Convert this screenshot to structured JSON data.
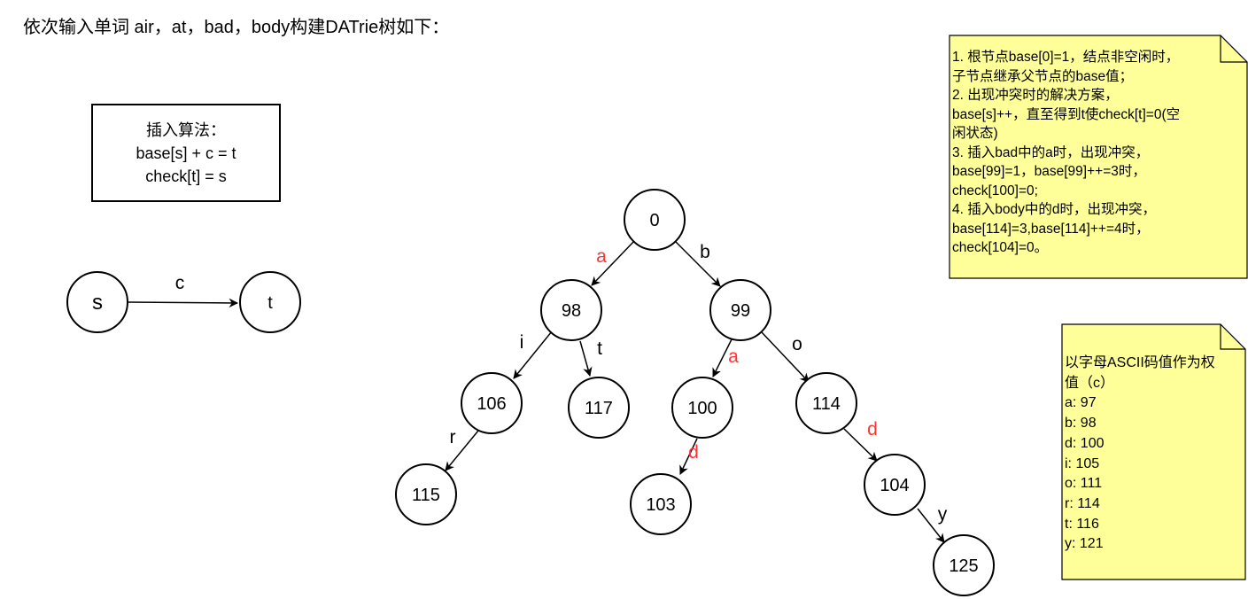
{
  "heading": "依次输入单词 air，at，bad，body构建DATrie树如下：",
  "algorithm_box": {
    "title": "插入算法：",
    "line1": "base[s] + c = t",
    "line2": "check[t] = s"
  },
  "example": {
    "source_node": "s",
    "target_node": "t",
    "edge_label": "c"
  },
  "trie": {
    "nodes": {
      "n0": "0",
      "n98": "98",
      "n99": "99",
      "n106": "106",
      "n117": "117",
      "n100": "100",
      "n114": "114",
      "n115": "115",
      "n103": "103",
      "n104": "104",
      "n125": "125"
    },
    "edges": {
      "e_0_98": "a",
      "e_0_99": "b",
      "e_98_106": "i",
      "e_98_117": "t",
      "e_99_100": "a",
      "e_99_114": "o",
      "e_106_115": "r",
      "e_100_103": "d",
      "e_114_104": "d",
      "e_104_125": "y"
    },
    "conflict_edge_color": "#ff3333"
  },
  "note_conflicts": {
    "lines": [
      "1. 根节点base[0]=1，结点非空闲时，",
      "子节点继承父节点的base值；",
      "2. 出现冲突时的解决方案，",
      "base[s]++，直至得到t使check[t]=0(空",
      "闲状态)",
      "3. 插入bad中的a时，出现冲突，",
      "base[99]=1，base[99]++=3时，",
      "check[100]=0;",
      "4. 插入body中的d时，出现冲突，",
      "base[114]=3,base[114]++=4时，",
      "check[104]=0。"
    ],
    "color": "#ffff99"
  },
  "note_ascii": {
    "lines": [
      "以字母ASCII码值作为权",
      "值（c）",
      "a: 97",
      "b: 98",
      "d: 100",
      "i: 105",
      "o: 111",
      "r: 114",
      "t: 116",
      "y: 121"
    ],
    "color": "#ffff99"
  }
}
